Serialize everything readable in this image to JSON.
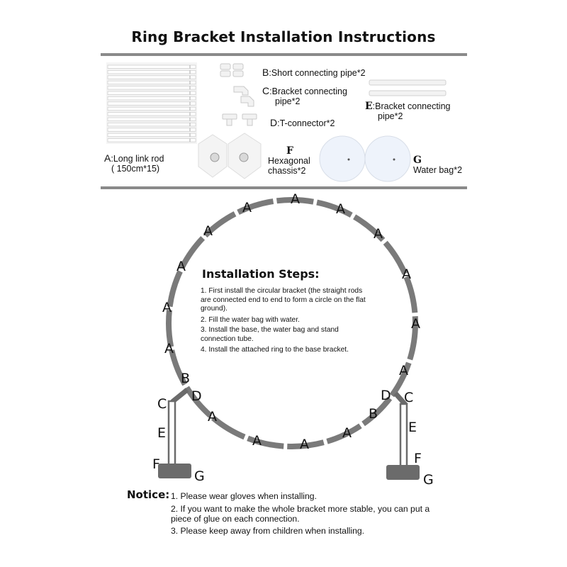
{
  "title": "Ring Bracket Installation Instructions",
  "parts": [
    {
      "letter": "A",
      "sep": ":",
      "label": "Long link rod",
      "label2": "( 150cm*15)"
    },
    {
      "letter": "B",
      "sep": ":",
      "label": "Short connecting pipe*2"
    },
    {
      "letter": "C",
      "sep": ":",
      "label": "Bracket connecting",
      "label2": "pipe*2"
    },
    {
      "letter": "D",
      "sep": ":",
      "label": "T-connector*2"
    },
    {
      "letter": "E",
      "sep": ":",
      "label": "Bracket connecting",
      "label2": "pipe*2"
    },
    {
      "letter": "F",
      "label": "Hexagonal",
      "label2": "chassis*2"
    },
    {
      "letter": "G",
      "label": "Water bag*2"
    }
  ],
  "steps_title": "Installation Steps:",
  "steps": [
    "1. First install the circular bracket (the straight rods are connected end to end to form a circle on the flat ground).",
    "2. Fill the water bag with water.",
    "3. Install the base, the water bag and stand connection tube.",
    "4. Install the attached ring to the base bracket."
  ],
  "diagram_labels": {
    "rod": "A",
    "short_pipe": "B",
    "bracket_pipe": "C",
    "t_connector": "D",
    "stand_pipe": "E",
    "chassis": "F",
    "water_bag": "G"
  },
  "notice_label": "Notice:",
  "notices": [
    "1. Please wear gloves when installing.",
    "2. If you want to make the whole bracket more stable, you can put a piece of glue on each connection.",
    "3. Please keep away from children when installing."
  ],
  "colors": {
    "ring": "#7a7a7a",
    "rule": "#8a8a8a",
    "base": "#6b6b6b"
  }
}
